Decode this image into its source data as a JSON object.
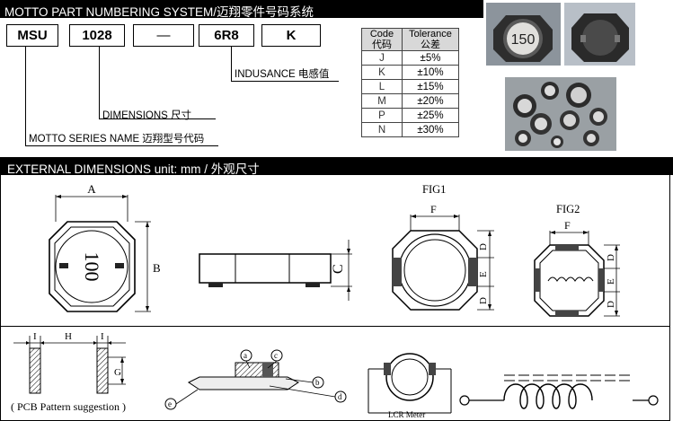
{
  "header1": {
    "title": "MOTTO PART NUMBERING SYSTEM/迈翔零件号码系统"
  },
  "part_boxes": [
    "MSU",
    "1028",
    "—",
    "6R8",
    "K"
  ],
  "labels": {
    "indusance": "INDUSANCE 电感值",
    "dimensions": "DIMENSIONS 尺寸",
    "series": "MOTTO SERIES NAME 迈翔型号代码"
  },
  "tolerance_table": {
    "header_code": "Code",
    "header_code_cn": "代码",
    "header_tol": "Tolerance",
    "header_tol_cn": "公差",
    "rows": [
      {
        "code": "J",
        "value": "±5%"
      },
      {
        "code": "K",
        "value": "±10%"
      },
      {
        "code": "L",
        "value": "±15%"
      },
      {
        "code": "M",
        "value": "±20%"
      },
      {
        "code": "P",
        "value": "±25%"
      },
      {
        "code": "N",
        "value": "±30%"
      }
    ]
  },
  "photos": {
    "marking": "150"
  },
  "header2": {
    "title": "EXTERNAL DIMENSIONS unit: mm / 外观尺寸"
  },
  "dims": {
    "top_marking": "100",
    "A": "A",
    "B": "B",
    "C": "C",
    "D": "D",
    "E": "E",
    "F": "F",
    "fig1": "FIG1",
    "fig2": "FIG2"
  },
  "bottom": {
    "I": "I",
    "H": "H",
    "G": "G",
    "pcb": "( PCB Pattern suggestion )",
    "a": "a",
    "b": "b",
    "c": "c",
    "d": "d",
    "e": "e",
    "lcr": "LCR Meter"
  }
}
